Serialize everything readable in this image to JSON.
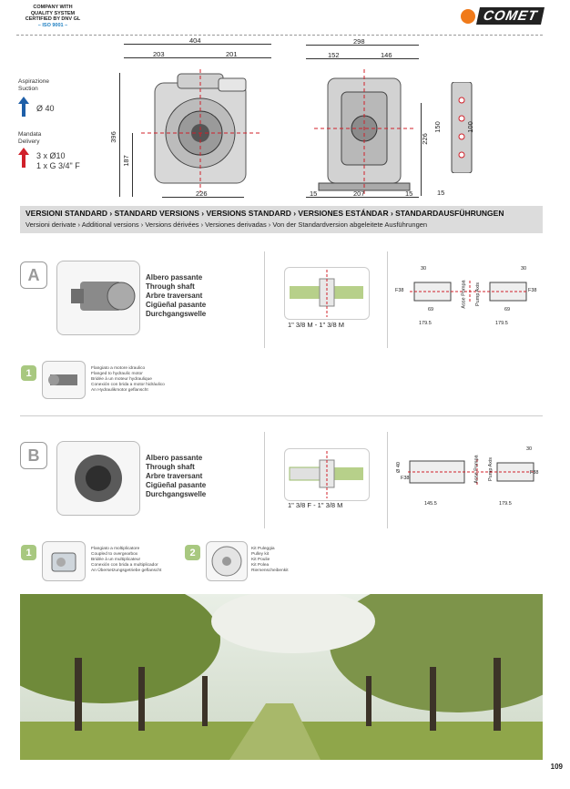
{
  "header": {
    "cert_lines": [
      "COMPANY WITH",
      "QUALITY SYSTEM",
      "CERTIFIED BY DNV GL"
    ],
    "iso": "– ISO 9001 –",
    "brand": "COMET"
  },
  "legend": {
    "suction_it": "Aspirazione",
    "suction_en": "Suction",
    "suction_value": "Ø 40",
    "delivery_it": "Mandata",
    "delivery_en": "Delivery",
    "delivery_value_1": "3 x Ø10",
    "delivery_value_2": "1 x G 3/4\" F"
  },
  "front_view": {
    "width_total": "404",
    "width_left": "203",
    "width_right": "201",
    "height_total": "396",
    "height_axis": "187",
    "base_width": "226"
  },
  "side_view": {
    "width_total": "298",
    "width_left": "152",
    "width_right": "146",
    "height_total": "226",
    "base_left": "15",
    "base_mid": "207",
    "base_right": "15"
  },
  "mount_view": {
    "h1": "150",
    "h2": "100",
    "base": "15"
  },
  "bar": {
    "title": "VERSIONI STANDARD › STANDARD VERSIONS › VERSIONS STANDARD › VERSIONES ESTÁNDAR › STANDARDAUSFÜHRUNGEN",
    "subtitle": "Versioni derivate › Additional versions › Versions dérivées › Versiones derivadas › Von der Standardversion abgeleitete Ausführungen"
  },
  "option_a": {
    "letter": "A",
    "names": [
      "Albero passante",
      "Through shaft",
      "Arbre traversant",
      "Cigüeñal pasante",
      "Durchgangswelle"
    ],
    "shaft_label": "1\" 3/8 M - 1\" 3/8 M",
    "dims": {
      "left_top": "30",
      "right_top": "30",
      "left_flange": "69",
      "right_flange": "69",
      "left_total": "179.5",
      "right_total": "179.5",
      "left_dia": "F38",
      "right_dia": "F38",
      "axis_it": "Asse Pompa",
      "axis_en": "Pump Axis"
    },
    "sub": {
      "number": "1",
      "names": [
        "Flangiato a motore idraulico",
        "Flanged to hydraulic motor",
        "Bridée à un moteur hydraulique",
        "Conexión con brida a motor hidráulico",
        "An Hydraulikmotor geflanscht"
      ]
    }
  },
  "option_b": {
    "letter": "B",
    "names": [
      "Albero passante",
      "Through shaft",
      "Arbre traversant",
      "Cigüeñal pasante",
      "Durchgangswelle"
    ],
    "shaft_label": "1\" 3/8 F - 1\" 3/8 M",
    "dims": {
      "right_top": "30",
      "left_total": "145.5",
      "right_total": "179.5",
      "dia_outer": "Ø 40",
      "dia_inner": "F38",
      "right_dia": "F38",
      "axis_it": "Asse Pompa",
      "axis_en": "Pump Axis"
    },
    "sub1": {
      "number": "1",
      "names": [
        "Flangiato a moltiplicatore",
        "Coupled to overgearbox",
        "Bridée à un multiplicateur",
        "Conexión con brida a multiplicador",
        "An Übersetzungsgetriebe geflanscht"
      ]
    },
    "sub2": {
      "number": "2",
      "names": [
        "Kit Puleggia",
        "Pulley kit",
        "Kit Poulie",
        "Kit Polea",
        "Riemenscheibenkit"
      ]
    }
  },
  "page_number": "109",
  "colors": {
    "accent_orange": "#f07a1a",
    "badge_green": "#a8c880",
    "suction_blue": "#1e5fa8",
    "delivery_red": "#d0202a",
    "bar_gray": "#dcdcdc"
  }
}
